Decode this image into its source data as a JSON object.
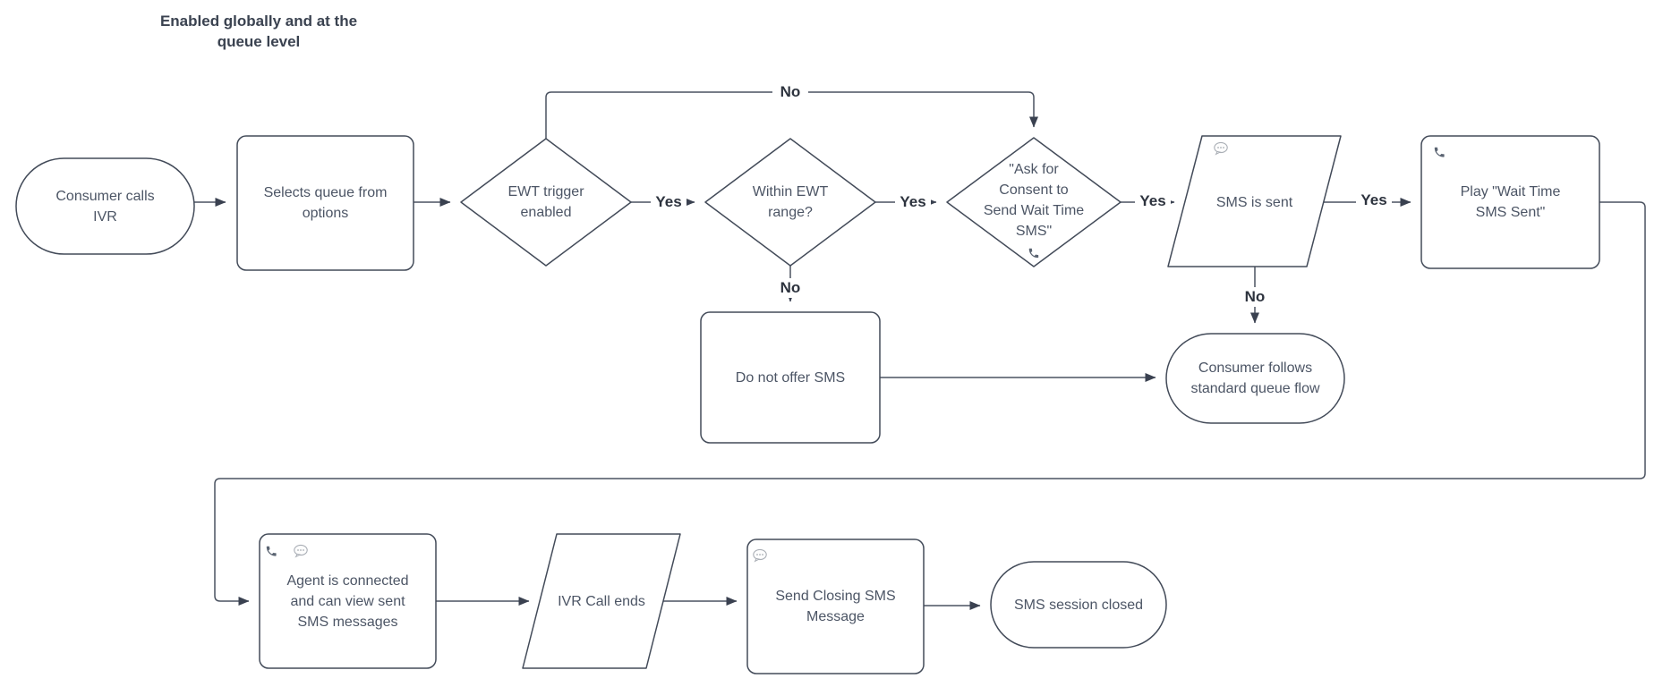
{
  "annotation": {
    "title": "Enabled globally and at the\nqueue level"
  },
  "nodes": {
    "consumer_calls_ivr": {
      "type": "terminator",
      "label": "Consumer calls\nIVR"
    },
    "selects_queue": {
      "type": "process",
      "label": "Selects queue from\noptions"
    },
    "ewt_trigger": {
      "type": "decision",
      "label": "EWT trigger\nenabled"
    },
    "within_ewt": {
      "type": "decision",
      "label": "Within EWT\nrange?"
    },
    "ask_consent": {
      "type": "decision",
      "label": "\"Ask for\nConsent to\nSend Wait Time\nSMS\"",
      "icon": "phone-icon"
    },
    "sms_is_sent": {
      "type": "data",
      "label": "SMS is sent",
      "icon": "sms-bubble-icon"
    },
    "play_wait_time": {
      "type": "process",
      "label": "Play \"Wait Time\nSMS Sent\"",
      "icon": "phone-icon"
    },
    "do_not_offer": {
      "type": "process",
      "label": "Do not offer SMS"
    },
    "standard_queue": {
      "type": "terminator",
      "label": "Consumer follows\nstandard queue flow"
    },
    "agent_connected": {
      "type": "process",
      "label": "Agent is connected\nand can view sent\nSMS messages",
      "icons": "phone-icon, sms-bubble-icon"
    },
    "ivr_call_ends": {
      "type": "data",
      "label": "IVR Call ends"
    },
    "send_closing_sms": {
      "type": "process",
      "label": "Send Closing SMS\nMessage",
      "icon": "sms-bubble-icon"
    },
    "sms_session_closed": {
      "type": "terminator",
      "label": "SMS session closed"
    }
  },
  "edge_labels": {
    "yes_ewt": "Yes",
    "yes_within": "Yes",
    "yes_consent": "Yes",
    "yes_sms_sent": "Yes",
    "no_ewt_top": "No",
    "no_within": "No",
    "no_sms_sent": "No"
  },
  "colors": {
    "shape_stroke": "#434b59",
    "connector_stroke": "#4a5260",
    "arrowhead": "#3a4150",
    "node_text": "#4c5565",
    "edge_label_text": "#2d333e",
    "title_text": "#3a4250",
    "phone_icon": "#5b6472",
    "bubble_icon": "#a9aeb5",
    "background": "#ffffff"
  }
}
